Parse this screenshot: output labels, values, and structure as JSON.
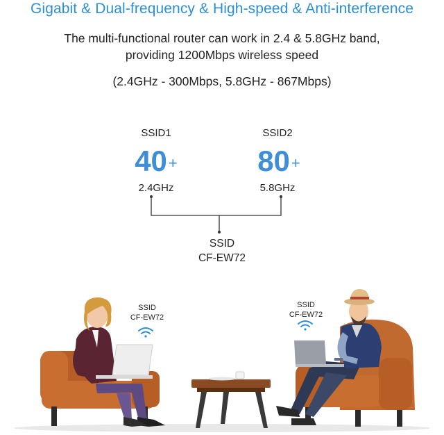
{
  "header": {
    "title": "Gigabit & Dual-frequency & High-speed & Anti-interference",
    "description_line1": "The multi-functional router can work in 2.4 & 5.8GHz band,",
    "description_line2": "providing 1200Mbps wireless speed",
    "speeds": "(2.4GHz - 300Mbps, 5.8GHz - 867Mbps)"
  },
  "bands": [
    {
      "ssid": "SSID1",
      "count": "40",
      "plus": "+",
      "freq": "2.4GHz"
    },
    {
      "ssid": "SSID2",
      "count": "80",
      "plus": "+",
      "freq": "5.8GHz"
    }
  ],
  "merged": {
    "label": "SSID",
    "name": "CF-EW72"
  },
  "woman_badge": {
    "label": "SSID",
    "name": "CF-EW72"
  },
  "man_badge": {
    "label": "SSID",
    "name": "CF-EW72"
  },
  "colors": {
    "title": "#2c8fd6",
    "accent_numbers": "#3f8fd8",
    "chair": "#c0692f",
    "wifi": "#2a8fd8"
  },
  "icons": [
    "wifi-icon",
    "wifi-icon"
  ]
}
